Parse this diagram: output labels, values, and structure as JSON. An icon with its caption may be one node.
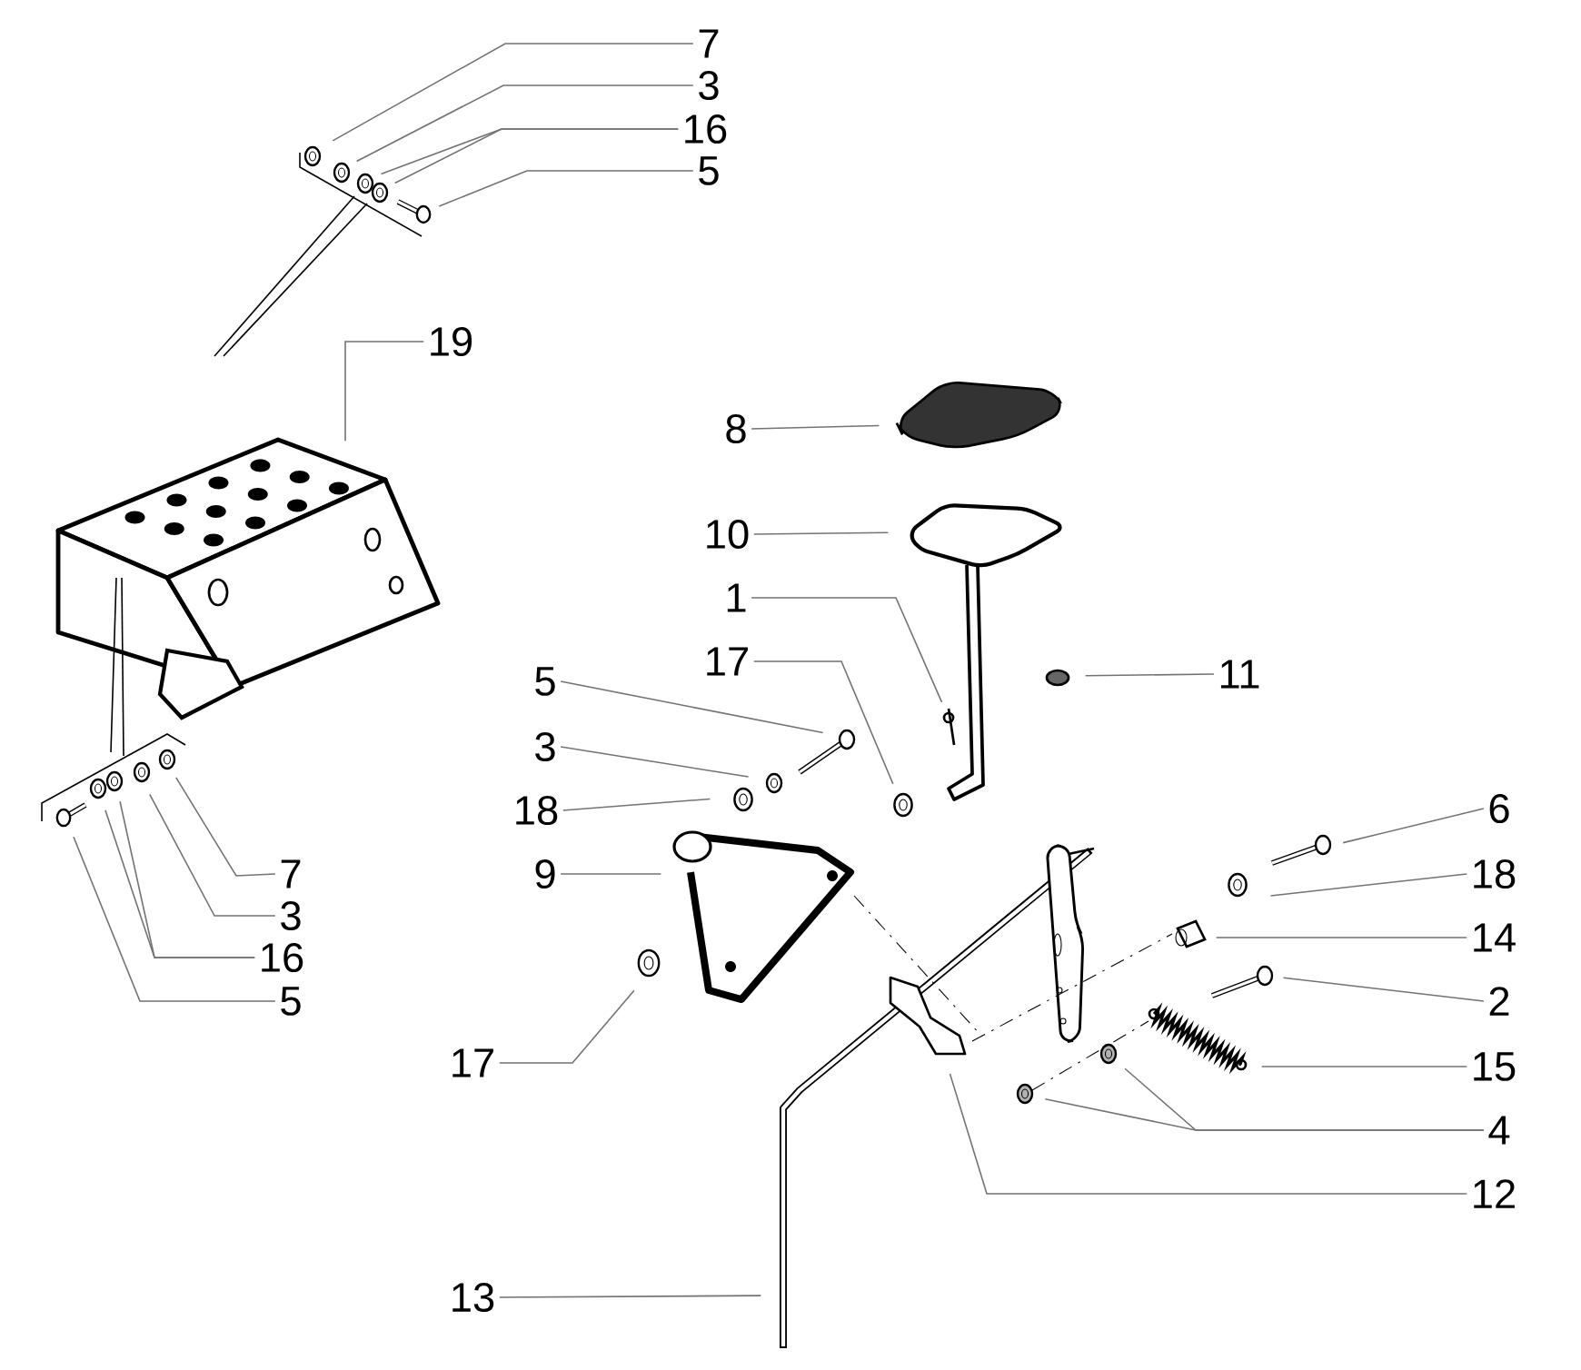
{
  "diagram": {
    "nodes": [
      {
        "text": [
          "7"
        ]
      },
      {
        "text": [
          "3"
        ]
      },
      {
        "text": [
          "16"
        ]
      },
      {
        "text": [
          "5"
        ]
      },
      {
        "text": [
          "19"
        ]
      },
      {
        "text": [
          "8"
        ]
      },
      {
        "text": [
          "10"
        ]
      },
      {
        "text": [
          "1"
        ]
      },
      {
        "text": [
          "17"
        ]
      },
      {
        "text": [
          "11"
        ]
      },
      {
        "text": [
          "5"
        ]
      },
      {
        "text": [
          "3"
        ]
      },
      {
        "text": [
          "6"
        ]
      },
      {
        "text": [
          "18"
        ]
      },
      {
        "text": [
          "7"
        ]
      },
      {
        "text": [
          "9"
        ]
      },
      {
        "text": [
          "18"
        ]
      },
      {
        "text": [
          "3"
        ]
      },
      {
        "text": [
          "14"
        ]
      },
      {
        "text": [
          "16"
        ]
      },
      {
        "text": [
          "2"
        ]
      },
      {
        "text": [
          "5"
        ]
      },
      {
        "text": [
          "17"
        ]
      },
      {
        "text": [
          "15"
        ]
      },
      {
        "text": [
          "4"
        ]
      },
      {
        "text": [
          "12"
        ]
      },
      {
        "text": [
          "13"
        ]
      }
    ],
    "edges": [
      {
        "from": 0,
        "to": null,
        "arrow": "none"
      },
      {
        "from": 1,
        "to": null,
        "arrow": "none"
      },
      {
        "from": 2,
        "to": null,
        "arrow": "none"
      },
      {
        "from": 2,
        "to": null,
        "arrow": "none"
      },
      {
        "from": 3,
        "to": null,
        "arrow": "none"
      },
      {
        "from": 4,
        "to": null,
        "arrow": "none"
      },
      {
        "from": 5,
        "to": null,
        "arrow": "none"
      },
      {
        "from": 6,
        "to": null,
        "arrow": "none"
      },
      {
        "from": 7,
        "to": null,
        "arrow": "none"
      },
      {
        "from": 8,
        "to": null,
        "arrow": "none"
      },
      {
        "from": 9,
        "to": null,
        "arrow": "none"
      },
      {
        "from": 10,
        "to": null,
        "arrow": "none"
      },
      {
        "from": 11,
        "to": null,
        "arrow": "none"
      },
      {
        "from": 12,
        "to": null,
        "arrow": "none"
      },
      {
        "from": 13,
        "to": null,
        "arrow": "none"
      },
      {
        "from": 14,
        "to": null,
        "arrow": "none"
      },
      {
        "from": 15,
        "to": null,
        "arrow": "none"
      },
      {
        "from": 16,
        "to": null,
        "arrow": "none"
      },
      {
        "from": 17,
        "to": null,
        "arrow": "none"
      },
      {
        "from": 18,
        "to": null,
        "arrow": "none"
      },
      {
        "from": 19,
        "to": null,
        "arrow": "none"
      },
      {
        "from": 19,
        "to": null,
        "arrow": "none"
      },
      {
        "from": 20,
        "to": null,
        "arrow": "none"
      },
      {
        "from": 21,
        "to": null,
        "arrow": "none"
      },
      {
        "from": 22,
        "to": null,
        "arrow": "none"
      },
      {
        "from": 23,
        "to": null,
        "arrow": "none"
      },
      {
        "from": 24,
        "to": null,
        "arrow": "none"
      },
      {
        "from": 24,
        "to": null,
        "arrow": "none"
      },
      {
        "from": 25,
        "to": null,
        "arrow": "none"
      },
      {
        "from": 26,
        "to": null,
        "arrow": "none"
      }
    ]
  }
}
